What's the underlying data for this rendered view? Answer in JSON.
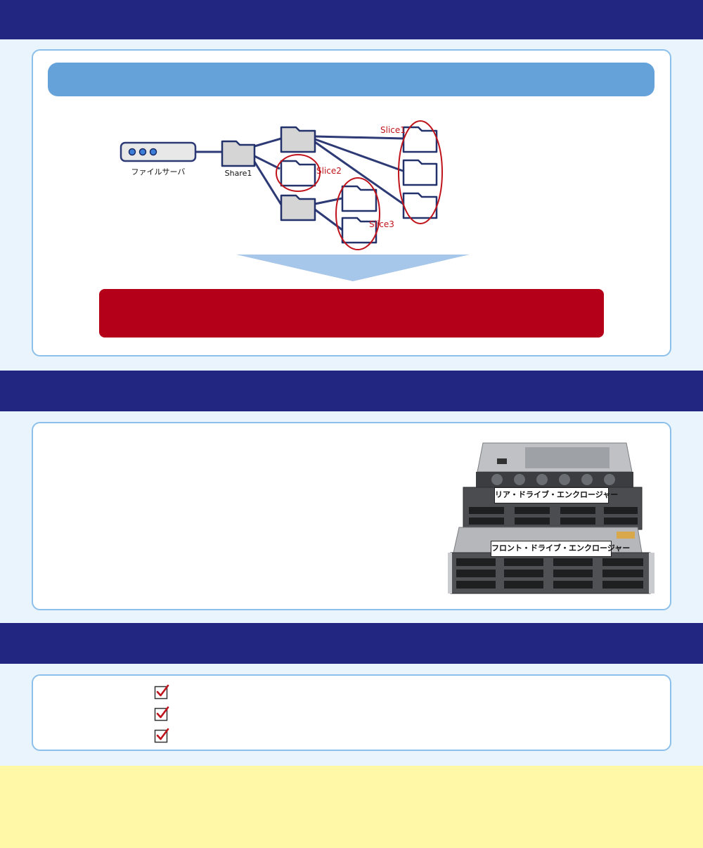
{
  "diagram": {
    "server_label": "ファイルサーバ",
    "share_label": "Share1",
    "slice1_label": "Slice1",
    "slice2_label": "Slice2",
    "slice3_label": "Slice3"
  },
  "server_photo": {
    "rear_label": "リア・ドライブ・エンクロージャー",
    "front_label": "フロント・ドライブ・エンクロージャー"
  },
  "checklist": {
    "count": 3
  },
  "colors": {
    "navy": "#222681",
    "card_border": "#8cc0ea",
    "sub_header": "#66a2da",
    "red": "#b5001a",
    "footer": "#fff8a6",
    "folder_stroke": "#23326b",
    "slice_red": "#c0141c"
  }
}
